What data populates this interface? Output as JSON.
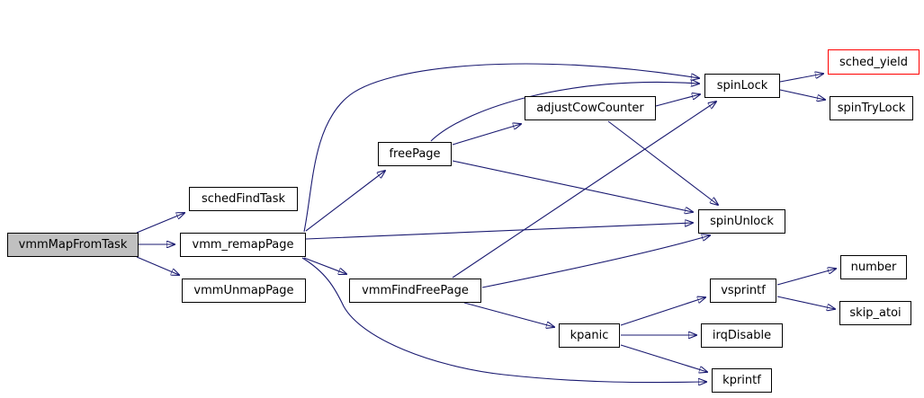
{
  "diagram": {
    "type": "call-graph",
    "colors": {
      "edge": "#191970",
      "node_fill": "#ffffff",
      "node_border": "#000000",
      "root_fill": "#c0c0c0",
      "highlight_border": "#ff0000"
    },
    "nodes": [
      {
        "id": "vmmMapFromTask",
        "label": "vmmMapFromTask",
        "variant": "root"
      },
      {
        "id": "schedFindTask",
        "label": "schedFindTask",
        "variant": "normal"
      },
      {
        "id": "vmm_remapPage",
        "label": "vmm_remapPage",
        "variant": "normal"
      },
      {
        "id": "vmmUnmapPage",
        "label": "vmmUnmapPage",
        "variant": "normal"
      },
      {
        "id": "freePage",
        "label": "freePage",
        "variant": "normal"
      },
      {
        "id": "adjustCowCounter",
        "label": "adjustCowCounter",
        "variant": "normal"
      },
      {
        "id": "vmmFindFreePage",
        "label": "vmmFindFreePage",
        "variant": "normal"
      },
      {
        "id": "spinLock",
        "label": "spinLock",
        "variant": "normal"
      },
      {
        "id": "sched_yield",
        "label": "sched_yield",
        "variant": "highlight"
      },
      {
        "id": "spinTryLock",
        "label": "spinTryLock",
        "variant": "normal"
      },
      {
        "id": "spinUnlock",
        "label": "spinUnlock",
        "variant": "normal"
      },
      {
        "id": "vsprintf",
        "label": "vsprintf",
        "variant": "normal"
      },
      {
        "id": "number",
        "label": "number",
        "variant": "normal"
      },
      {
        "id": "skip_atoi",
        "label": "skip_atoi",
        "variant": "normal"
      },
      {
        "id": "kpanic",
        "label": "kpanic",
        "variant": "normal"
      },
      {
        "id": "irqDisable",
        "label": "irqDisable",
        "variant": "normal"
      },
      {
        "id": "kprintf",
        "label": "kprintf",
        "variant": "normal"
      }
    ],
    "edges": [
      {
        "from": "vmmMapFromTask",
        "to": "schedFindTask"
      },
      {
        "from": "vmmMapFromTask",
        "to": "vmm_remapPage"
      },
      {
        "from": "vmmMapFromTask",
        "to": "vmmUnmapPage"
      },
      {
        "from": "vmm_remapPage",
        "to": "spinLock"
      },
      {
        "from": "vmm_remapPage",
        "to": "freePage"
      },
      {
        "from": "vmm_remapPage",
        "to": "vmmFindFreePage"
      },
      {
        "from": "vmm_remapPage",
        "to": "spinUnlock"
      },
      {
        "from": "vmm_remapPage",
        "to": "kprintf"
      },
      {
        "from": "freePage",
        "to": "spinLock"
      },
      {
        "from": "freePage",
        "to": "adjustCowCounter"
      },
      {
        "from": "freePage",
        "to": "spinUnlock"
      },
      {
        "from": "adjustCowCounter",
        "to": "spinLock"
      },
      {
        "from": "adjustCowCounter",
        "to": "spinUnlock"
      },
      {
        "from": "vmmFindFreePage",
        "to": "spinLock"
      },
      {
        "from": "vmmFindFreePage",
        "to": "spinUnlock"
      },
      {
        "from": "vmmFindFreePage",
        "to": "kpanic"
      },
      {
        "from": "spinLock",
        "to": "sched_yield"
      },
      {
        "from": "spinLock",
        "to": "spinTryLock"
      },
      {
        "from": "kpanic",
        "to": "vsprintf"
      },
      {
        "from": "kpanic",
        "to": "irqDisable"
      },
      {
        "from": "kpanic",
        "to": "kprintf"
      },
      {
        "from": "vsprintf",
        "to": "number"
      },
      {
        "from": "vsprintf",
        "to": "skip_atoi"
      }
    ]
  }
}
